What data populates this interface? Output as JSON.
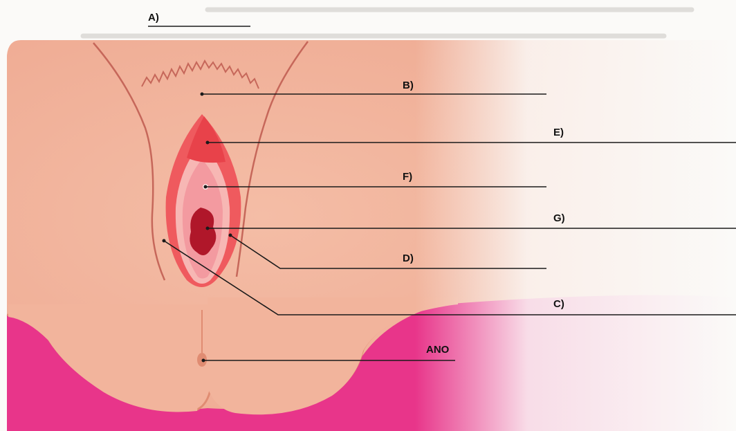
{
  "diagram": {
    "labels": {
      "a": "A)",
      "b": "B)",
      "c": "C)",
      "d": "D)",
      "e": "E)",
      "f": "F)",
      "g": "G)",
      "ano": "ANO"
    },
    "colors": {
      "skin": "#f2b49c",
      "skin_edge": "#e08c72",
      "pink_background": "#e8358a",
      "labia_outer": "#ef5a5e",
      "labia_inner": "#f7b7b4",
      "vestibule": "#f39aa0",
      "clitoris": "#e8424a",
      "vaginal_opening": "#b0172a",
      "contour_line": "#c6675a",
      "leader_line": "#1a1a1a"
    }
  }
}
